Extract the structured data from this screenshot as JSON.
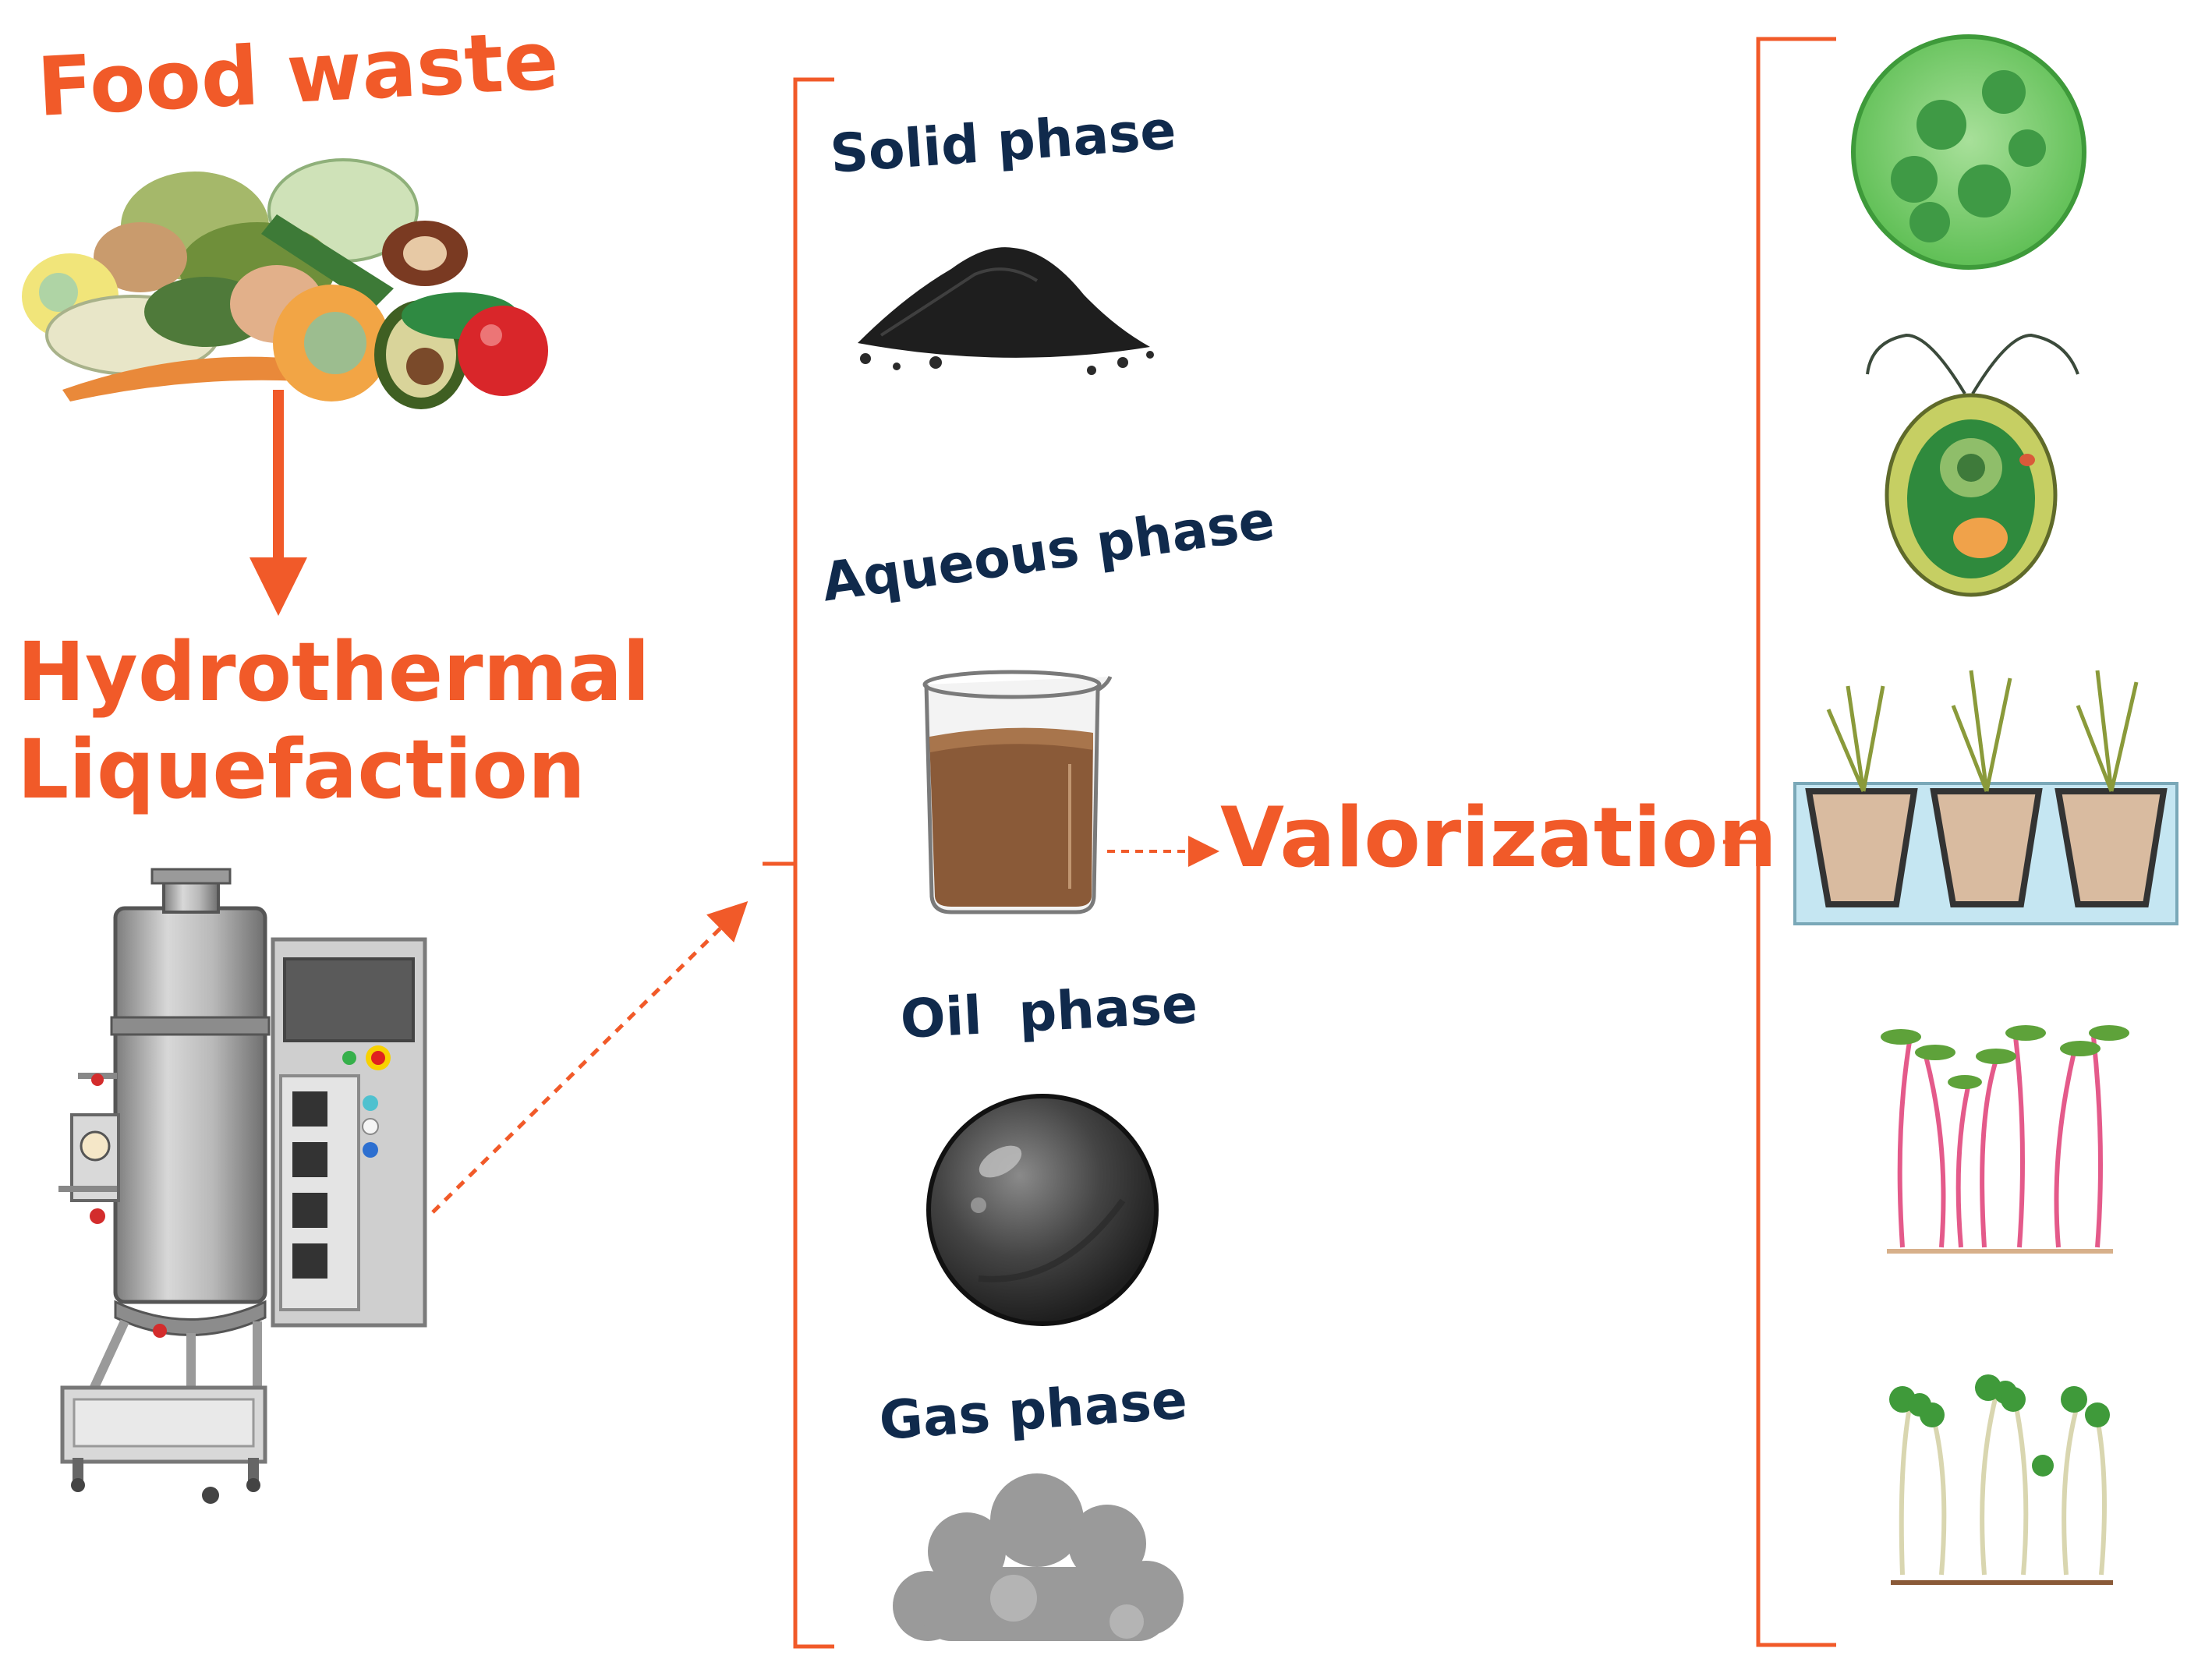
{
  "title": "Food waste",
  "process": {
    "line1": "Hydrothermal",
    "line2": "Liquefaction"
  },
  "phases": [
    {
      "label": "Solid phase",
      "icon": "solid-char-pile-icon"
    },
    {
      "label": "Aqueous phase",
      "icon": "beaker-liquid-icon"
    },
    {
      "label": "Oil  phase",
      "icon": "oil-sphere-icon"
    },
    {
      "label": "Gas phase",
      "icon": "gas-cloud-icon"
    }
  ],
  "valorization": "Valorization",
  "applications": [
    {
      "icon": "green-algae-cell-icon"
    },
    {
      "icon": "microalgae-flagellate-icon"
    },
    {
      "icon": "hydroponic-plants-icon"
    },
    {
      "icon": "red-stem-seedlings-icon"
    },
    {
      "icon": "green-sprouts-icon"
    }
  ],
  "colors": {
    "accent": "#f15a29",
    "text_dark": "#102a4c",
    "bracket": "#f15a29"
  }
}
